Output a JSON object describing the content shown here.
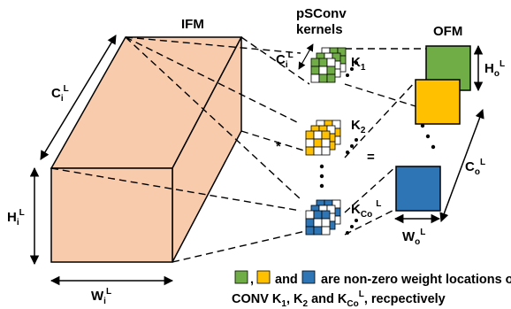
{
  "diagram": {
    "ifm_label": "IFM",
    "kernels_label_line1": "pSConv",
    "kernels_label_line2": "kernels",
    "ofm_label": "OFM",
    "convolution_symbol": "*",
    "equals_symbol": "=",
    "dims": {
      "ifm_channels": {
        "base": "C",
        "sub": "i",
        "sup": "L"
      },
      "ifm_height": {
        "base": "H",
        "sub": "i",
        "sup": "L"
      },
      "ifm_width": {
        "base": "W",
        "sub": "i",
        "sup": "L"
      },
      "kernel_channels": {
        "base": "C",
        "sub": "i",
        "sup": "L"
      },
      "ofm_height": {
        "base": "H",
        "sub": "o",
        "sup": "L"
      },
      "ofm_channels": {
        "base": "C",
        "sub": "o",
        "sup": "L"
      },
      "ofm_width": {
        "base": "W",
        "sub": "o",
        "sup": "L"
      }
    },
    "kernel_labels": [
      {
        "base": "K",
        "sub": "1",
        "sup": ""
      },
      {
        "base": "K",
        "sub": "2",
        "sup": ""
      },
      {
        "base": "K",
        "sub": "Co",
        "sup": "L"
      }
    ],
    "caption": {
      "sep_comma": ",",
      "and_word": "and",
      "line1_text": "are non-zero weight locations of",
      "line2_prefix": "CONV K",
      "k1_sub": "1",
      "comma_k": ", K",
      "k2_sub": "2",
      "and_k": " and K",
      "kco_sub": "Co",
      "kco_sup": "L",
      "line2_suffix": ", recpectively"
    }
  },
  "colors": {
    "ifm_face": "#f8cbad",
    "green": "#70ad47",
    "yellow": "#ffc000",
    "blue": "#2e75b6"
  }
}
